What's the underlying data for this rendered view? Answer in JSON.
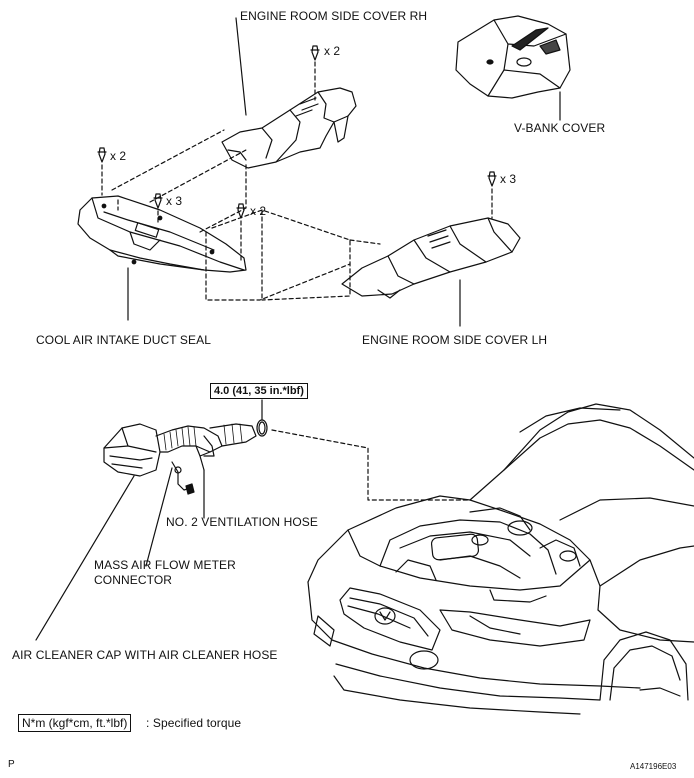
{
  "labels": {
    "side_cover_rh": "ENGINE ROOM SIDE COVER RH",
    "v_bank_cover": "V-BANK COVER",
    "cool_air_intake_duct_seal": "COOL AIR INTAKE DUCT SEAL",
    "side_cover_lh": "ENGINE ROOM SIDE COVER LH",
    "no2_ventilation_hose": "NO. 2 VENTILATION HOSE",
    "mass_air_flow_meter_connector_line1": "MASS AIR FLOW METER",
    "mass_air_flow_meter_connector_line2": "CONNECTOR",
    "air_cleaner_cap": "AIR CLEANER CAP WITH AIR CLEANER HOSE"
  },
  "quantities": {
    "rh_clips": "x 2",
    "seal_left_clips": "x 2",
    "seal_center_clips": "x 3",
    "seal_right_clips": "x 2",
    "lh_clips": "x 3"
  },
  "torque": {
    "value": "4.0 (41, 35 in.*lbf)"
  },
  "legend": {
    "unit_box": "N*m (kgf*cm, ft.*lbf)",
    "description": ": Specified torque"
  },
  "footer": {
    "page_marker": "P",
    "figure_code": "A147196E03"
  }
}
